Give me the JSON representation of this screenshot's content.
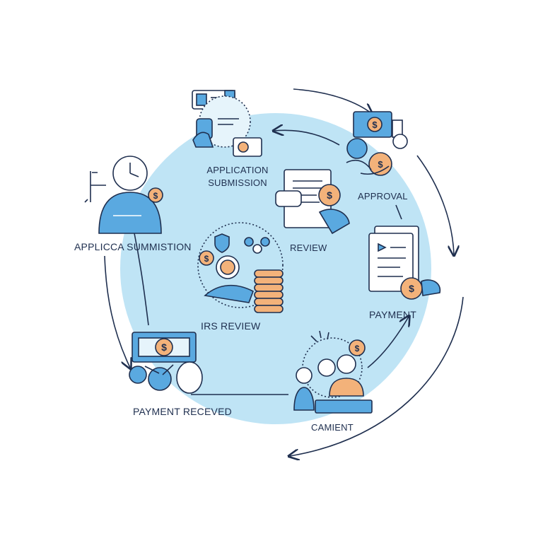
{
  "labels": {
    "application_submission": [
      "APPLICATION",
      "SUBMISSION"
    ],
    "applicca_summistion": "APPLICCA SUMMISTION",
    "review": "REVIEW",
    "approval": "APPROVAL",
    "irs_review": "IRS REVIEW",
    "payment": "PAYMENT",
    "payment_received": "PAYMENT RECEVED",
    "camient": "CAMIENT"
  },
  "icons": {
    "currency_symbol": "$"
  },
  "colors": {
    "circle": "#bfe4f5",
    "outline": "#1f2f4f",
    "blue": "#5aa9e0",
    "orange": "#f3b27a",
    "white": "#ffffff"
  }
}
